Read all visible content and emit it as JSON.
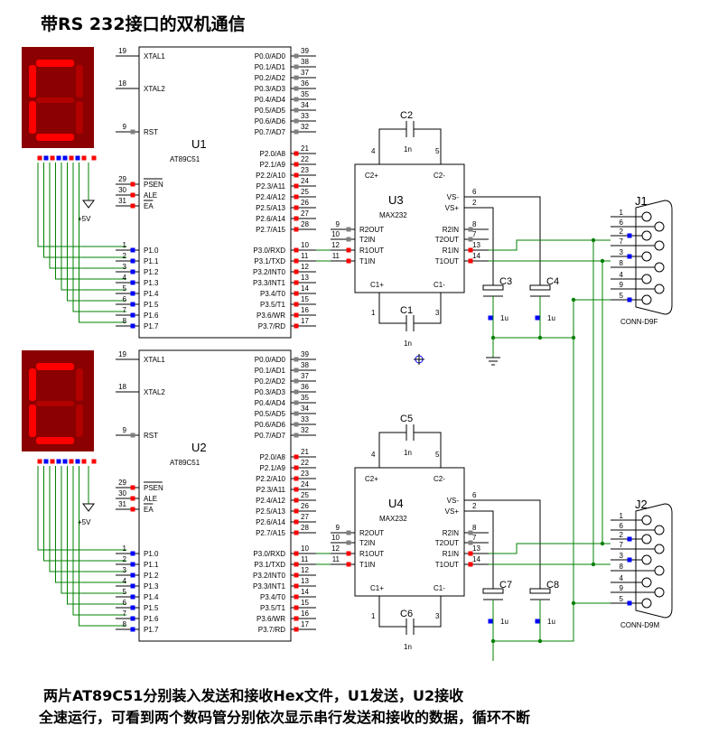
{
  "title": "带RS 232接口的双机通信",
  "footer": {
    "line1": "两片AT89C51分别装入发送和接收Hex文件，U1发送，U2接收",
    "line2": "全速运行，可看到两个数码管分别依次显示串行发送和接收的数据，循环不断"
  },
  "mcu_left_pins": [
    {
      "num": "19",
      "name": "XTAL1",
      "over": false
    },
    {
      "num": "18",
      "name": "XTAL2",
      "over": false
    },
    {
      "num": "9",
      "name": "RST",
      "over": false
    },
    {
      "num": "29",
      "name": "PSEN",
      "over": true
    },
    {
      "num": "30",
      "name": "ALE",
      "over": false
    },
    {
      "num": "31",
      "name": "EA",
      "over": true
    },
    {
      "num": "1",
      "name": "P1.0",
      "over": false
    },
    {
      "num": "2",
      "name": "P1.1",
      "over": false
    },
    {
      "num": "3",
      "name": "P1.2",
      "over": false
    },
    {
      "num": "4",
      "name": "P1.3",
      "over": false
    },
    {
      "num": "5",
      "name": "P1.4",
      "over": false
    },
    {
      "num": "6",
      "name": "P1.5",
      "over": false
    },
    {
      "num": "7",
      "name": "P1.6",
      "over": false
    },
    {
      "num": "8",
      "name": "P1.7",
      "over": false
    }
  ],
  "mcu_right_pins": [
    {
      "num": "39",
      "name": "P0.0/AD0"
    },
    {
      "num": "38",
      "name": "P0.1/AD1"
    },
    {
      "num": "37",
      "name": "P0.2/AD2"
    },
    {
      "num": "36",
      "name": "P0.3/AD3"
    },
    {
      "num": "35",
      "name": "P0.4/AD4"
    },
    {
      "num": "34",
      "name": "P0.5/AD5"
    },
    {
      "num": "33",
      "name": "P0.6/AD6"
    },
    {
      "num": "32",
      "name": "P0.7/AD7"
    },
    {
      "num": "21",
      "name": "P2.0/A8"
    },
    {
      "num": "22",
      "name": "P2.1/A9"
    },
    {
      "num": "23",
      "name": "P2.2/A10"
    },
    {
      "num": "24",
      "name": "P2.3/A11"
    },
    {
      "num": "25",
      "name": "P2.4/A12"
    },
    {
      "num": "26",
      "name": "P2.5/A13"
    },
    {
      "num": "27",
      "name": "P2.6/A14"
    },
    {
      "num": "28",
      "name": "P2.7/A15"
    },
    {
      "num": "10",
      "name": "P3.0/RXD"
    },
    {
      "num": "11",
      "name": "P3.1/TXD"
    },
    {
      "num": "12",
      "name": "P3.2/INT0"
    },
    {
      "num": "13",
      "name": "P3.3/INT1"
    },
    {
      "num": "14",
      "name": "P3.4/T0"
    },
    {
      "num": "15",
      "name": "P3.5/T1"
    },
    {
      "num": "16",
      "name": "P3.6/WR"
    },
    {
      "num": "17",
      "name": "P3.7/RD"
    }
  ],
  "max_left_pins": [
    {
      "num": "9",
      "name": "R2OUT"
    },
    {
      "num": "10",
      "name": "T2IN"
    },
    {
      "num": "12",
      "name": "R1OUT"
    },
    {
      "num": "11",
      "name": "T1IN"
    }
  ],
  "max_right_pins": [
    {
      "num": "6",
      "name": "VS-"
    },
    {
      "num": "2",
      "name": "VS+"
    },
    {
      "num": "8",
      "name": "R2IN"
    },
    {
      "num": "7",
      "name": "T2OUT"
    },
    {
      "num": "13",
      "name": "R1IN"
    },
    {
      "num": "14",
      "name": "T1OUT"
    }
  ],
  "max_corner_pins": {
    "tl": "C2+",
    "tr": "C2-",
    "bl": "C1+",
    "br": "C1-",
    "n4": "4",
    "n5": "5",
    "n1": "1",
    "n3": "3"
  },
  "db9_pins": [
    "1",
    "6",
    "2",
    "7",
    "3",
    "8",
    "4",
    "9",
    "5"
  ],
  "units": [
    {
      "mcu": {
        "ref": "U1",
        "part": "AT89C51"
      },
      "max": {
        "ref": "U3",
        "part": "MAX232"
      },
      "caps": [
        {
          "ref": "C2",
          "value": "1n"
        },
        {
          "ref": "C1",
          "value": "1n"
        },
        {
          "ref": "C3",
          "value": "1u"
        },
        {
          "ref": "C4",
          "value": "1u"
        }
      ],
      "conn": {
        "ref": "J1",
        "part": "CONN-D9F"
      },
      "power": "+5V"
    },
    {
      "mcu": {
        "ref": "U2",
        "part": "AT89C51"
      },
      "max": {
        "ref": "U4",
        "part": "MAX232"
      },
      "caps": [
        {
          "ref": "C5",
          "value": "1n"
        },
        {
          "ref": "C6",
          "value": "1n"
        },
        {
          "ref": "C7",
          "value": "1u"
        },
        {
          "ref": "C8",
          "value": "1u"
        }
      ],
      "conn": {
        "ref": "J2",
        "part": "CONN-D9M"
      },
      "power": "+5V"
    }
  ],
  "colors": {
    "wire": "#008000",
    "segment_on": "#ff0000",
    "segment_off": "#b00000",
    "display_bg": "#8b0000",
    "pin_hi": "#ff0000",
    "pin_lo": "#0000ff",
    "pin_idle": "#808080"
  }
}
